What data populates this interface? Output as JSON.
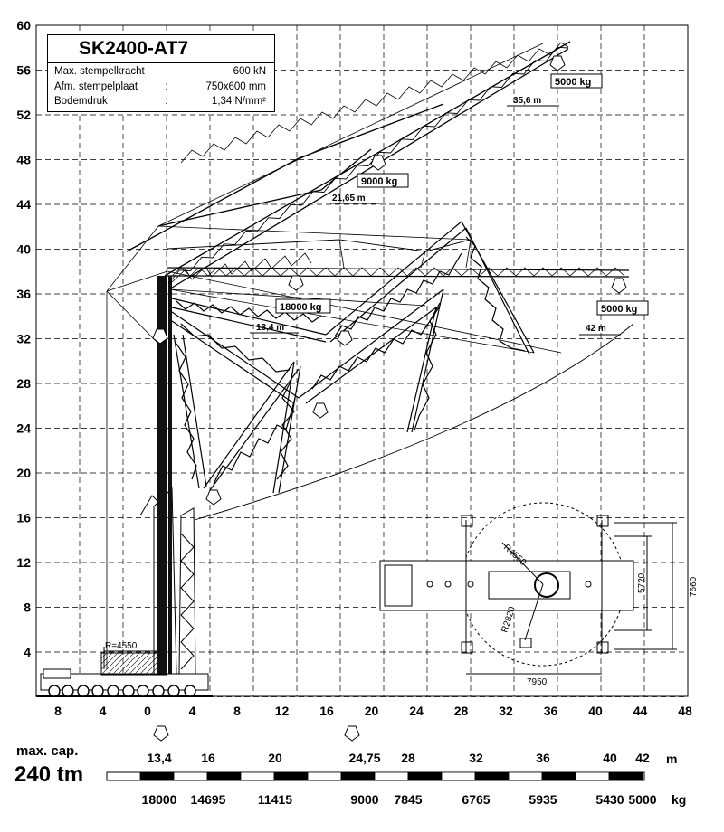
{
  "crane": {
    "model": "SK2400-AT7",
    "specs": [
      {
        "label": "Max. stempelkracht",
        "sep": "",
        "value": "600 kN"
      },
      {
        "label": "Afm. stempelplaat",
        "sep": ":",
        "value": "750x600 mm"
      },
      {
        "label": "Bodemdruk",
        "sep": ":",
        "value": "1,34 N/mm²"
      }
    ]
  },
  "axes": {
    "y_ticks": [
      "60",
      "56",
      "52",
      "48",
      "44",
      "40",
      "36",
      "32",
      "28",
      "24",
      "20",
      "16",
      "12",
      "8",
      "4"
    ],
    "x_ticks": [
      "8",
      "4",
      "0",
      "4",
      "8",
      "12",
      "16",
      "20",
      "24",
      "28",
      "32",
      "36",
      "40",
      "44",
      "48"
    ]
  },
  "load_labels": {
    "tip_5000": "5000 kg",
    "tip_radius": "35,6 m",
    "mid_9000": "9000 kg",
    "mid_radius": "21,65 m",
    "horiz_18000": "18000 kg",
    "horiz_radius": "13,4 m",
    "horiz_5000": "5000 kg",
    "horiz_tip_radius": "42 m",
    "base_radius": "R=4550"
  },
  "footprint": {
    "slew_radius": "R4550",
    "counter_radius": "R2820",
    "width": "5720",
    "outrigger_width": "7660",
    "length": "7950"
  },
  "capacity": {
    "max_cap_label": "max. cap.",
    "max_moment": "240 tm",
    "radius_unit": "m",
    "load_unit": "kg",
    "radii": [
      "13,4",
      "16",
      "20",
      "24,75",
      "28",
      "32",
      "36",
      "40",
      "42"
    ],
    "loads": [
      "18000",
      "14695",
      "11415",
      "9000",
      "7845",
      "6765",
      "5935",
      "5430",
      "5000"
    ]
  }
}
